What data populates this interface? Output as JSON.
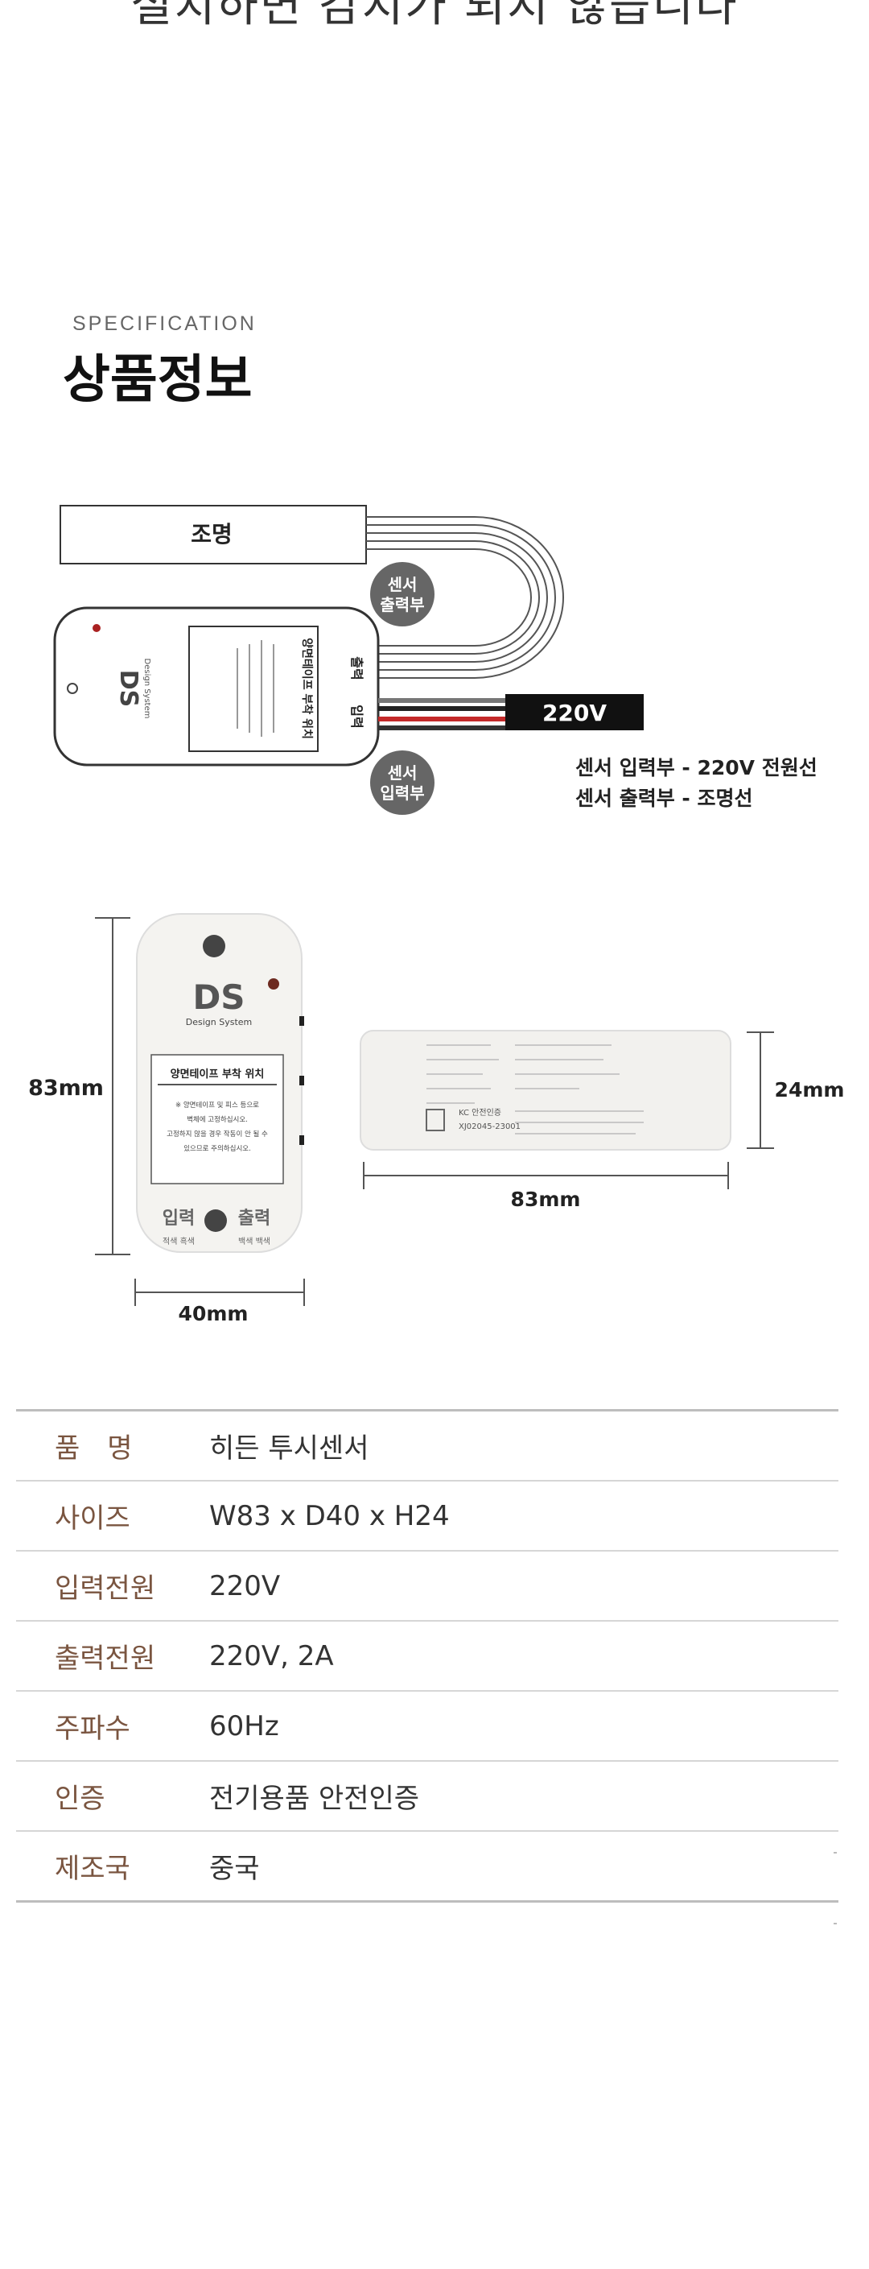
{
  "header": {
    "top_text": "설치하면 감지가 되지 않습니다",
    "spec_label": "SPECIFICATION",
    "spec_title": "상품정보"
  },
  "wiring_diagram": {
    "lamp_label": "조명",
    "sensor_output_label": [
      "센서",
      "출력부"
    ],
    "sensor_input_label": [
      "센서",
      "입력부"
    ],
    "power_label": "220V",
    "legend": [
      "센서 입력부 - 220V 전원선",
      "센서 출력부 - 조명선"
    ],
    "device_port_in": "입력",
    "device_port_out": "출력",
    "device_brand": "Design System",
    "device_sticker_title": "양면테이프 부착 위치"
  },
  "dimension_drawing": {
    "front": {
      "height_label": "83mm",
      "width_label": "40mm",
      "brand": "Design System",
      "sticker_title": "양면테이프 부착 위치",
      "sticker_text": [
        "※ 양면테이프 및 피스 등으로",
        "벽체에 고정하십시오.",
        "고정하지 않을 경우 작동이 안 될 수",
        "있으므로 주의하십시오."
      ],
      "port_in": "입력",
      "port_out": "출력",
      "port_in_sub": "적색 흑색",
      "port_out_sub": "백색 백색"
    },
    "side": {
      "length_label": "83mm",
      "height_label": "24mm",
      "kc_text": "KC 안전인증",
      "kc_code": "XJ02045-23001"
    }
  },
  "spec_table": [
    {
      "label": "품　명",
      "value": "히든 투시센서"
    },
    {
      "label": "사이즈",
      "value": "W83 x D40 x H24"
    },
    {
      "label": "입력전원",
      "value": "220V"
    },
    {
      "label": "출력전원",
      "value": "220V, 2A"
    },
    {
      "label": "주파수",
      "value": "60Hz"
    },
    {
      "label": "인증",
      "value": "전기용품 안전인증"
    },
    {
      "label": "제조국",
      "value": "중국"
    }
  ]
}
